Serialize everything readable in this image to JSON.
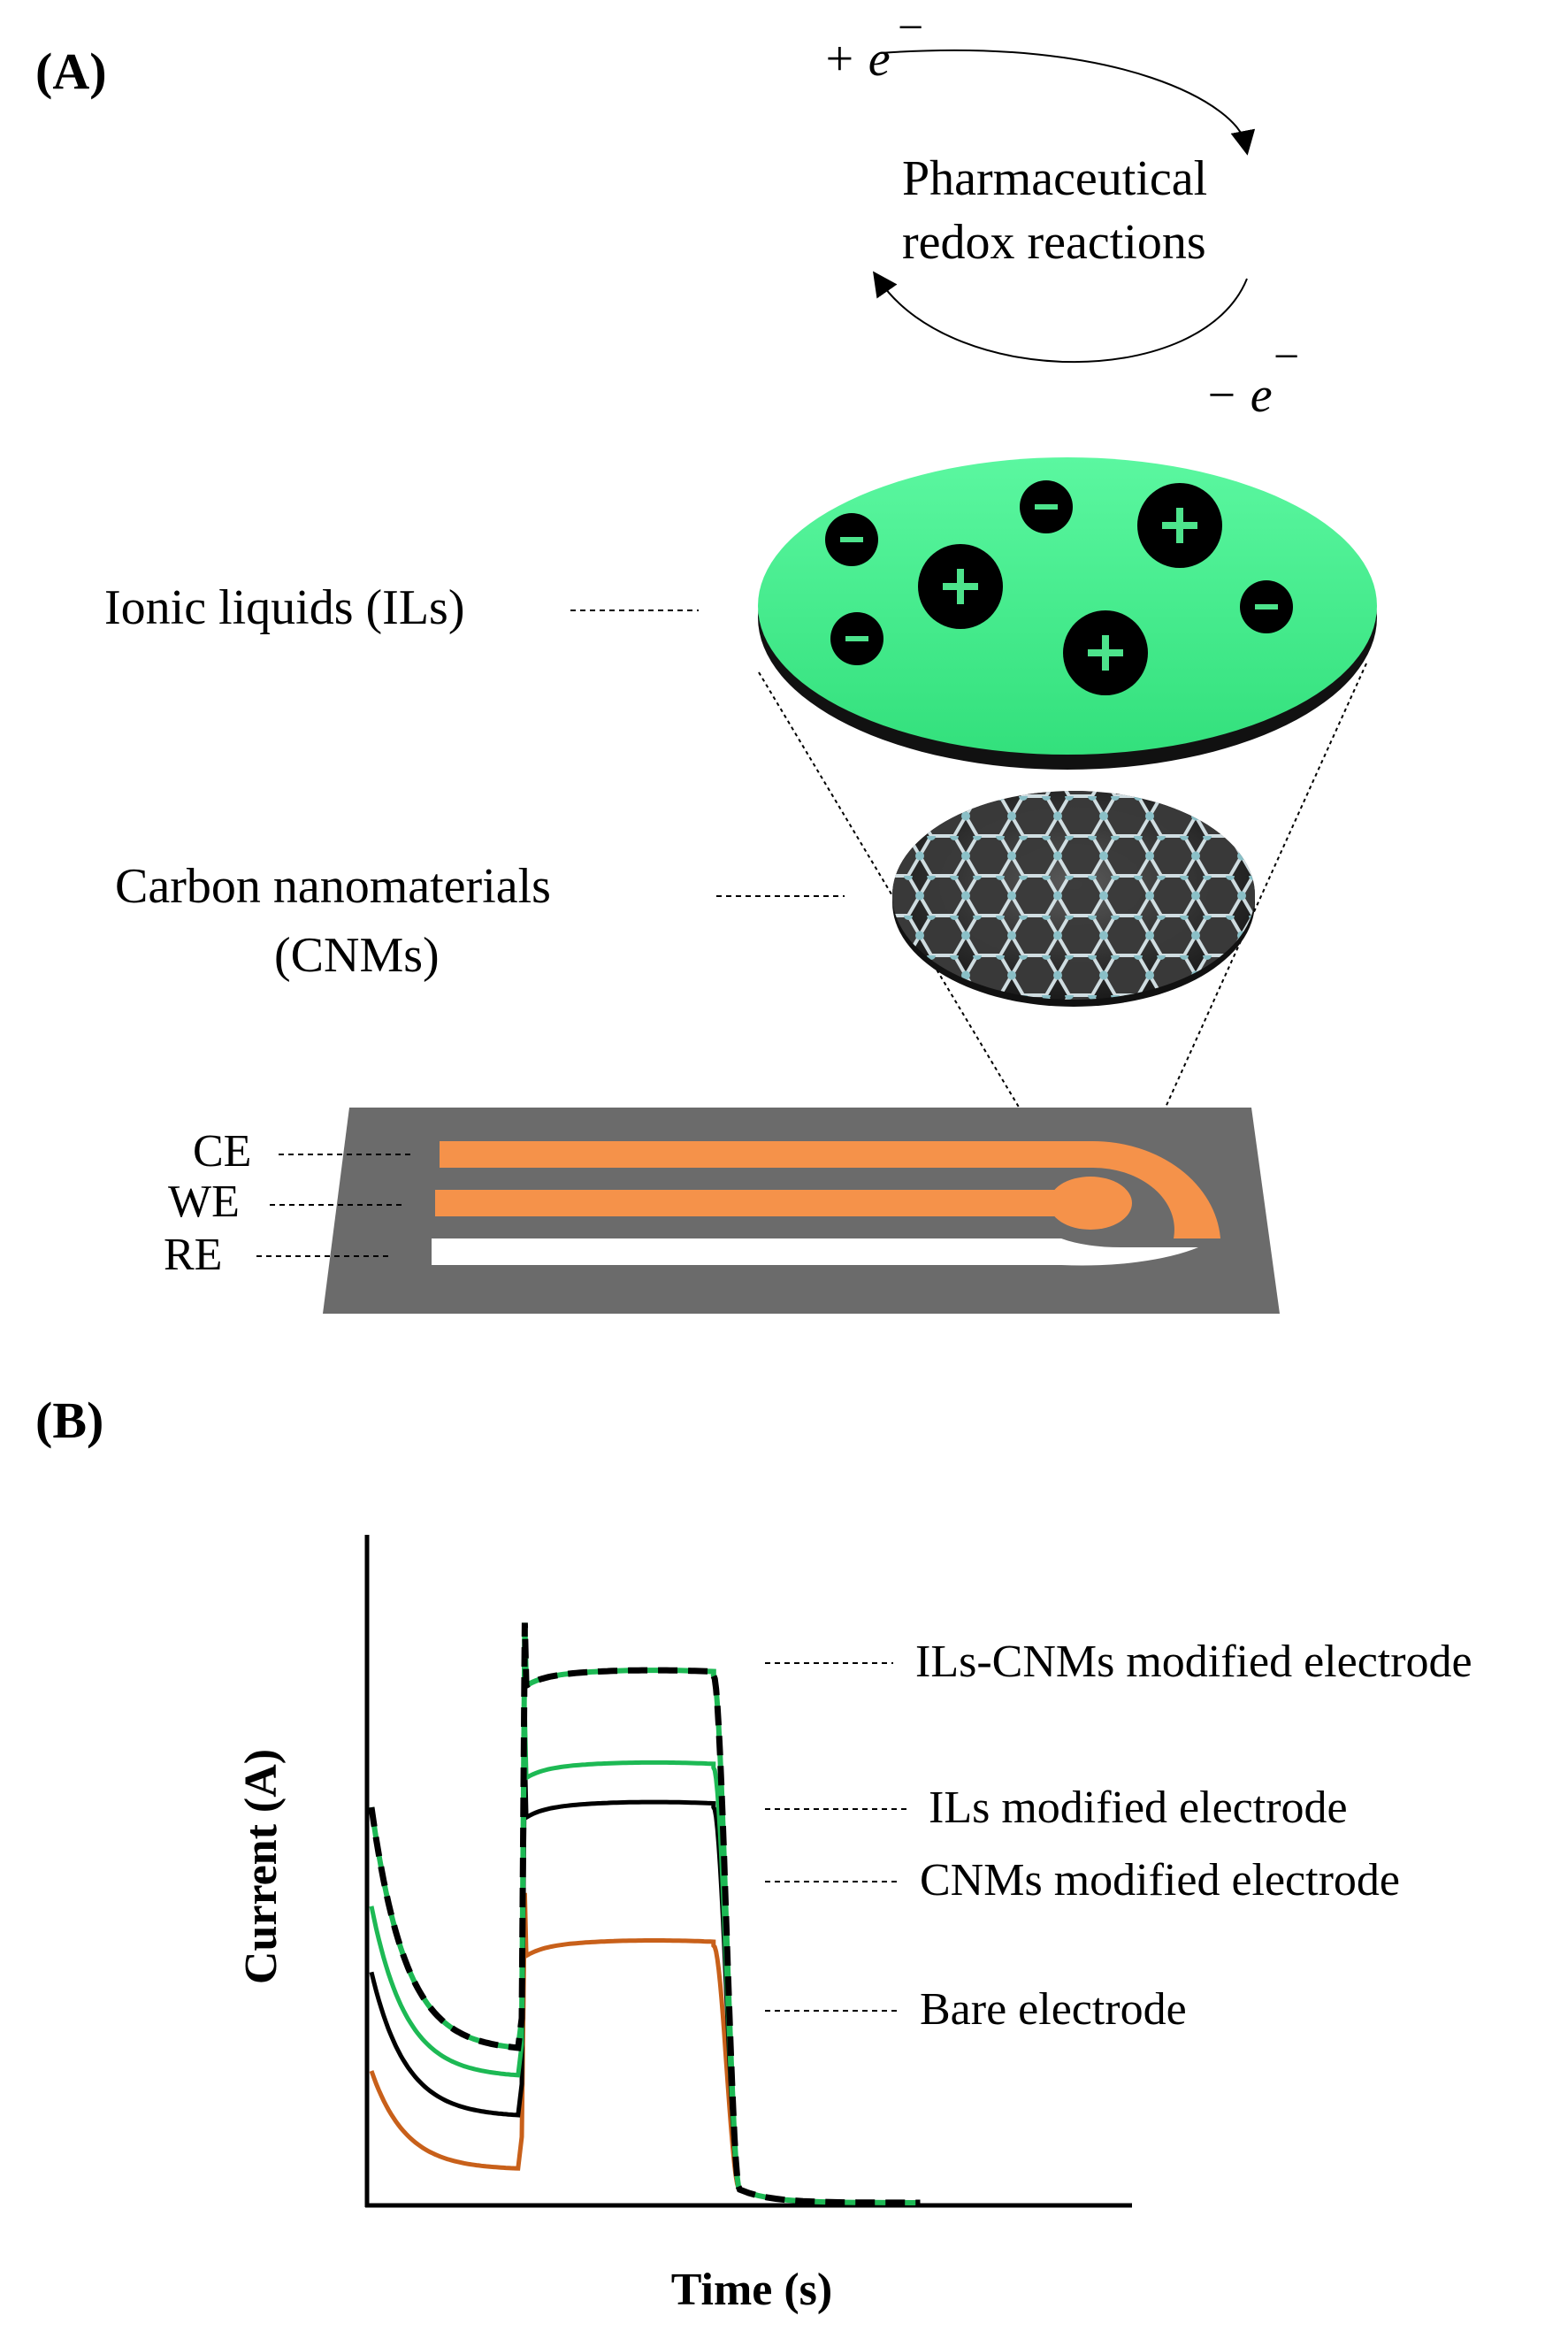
{
  "panel_a": {
    "label": "(A)",
    "redox": {
      "gain": "+ e",
      "gain_sup": "−",
      "loss": "− e",
      "loss_sup": "−",
      "line1": "Pharmaceutical",
      "line2": "redox reactions"
    },
    "ionic_liquids_label": "Ionic liquids (ILs)",
    "cnm_label_line1": "Carbon nanomaterials",
    "cnm_label_line2": "(CNMs)",
    "electrodes": {
      "ce": "CE",
      "we": "WE",
      "re": "RE"
    },
    "colors": {
      "il_green": "#46f08e",
      "electrode_orange": "#f5924a",
      "substrate_gray": "#6b6b6b"
    }
  },
  "panel_b": {
    "label": "(B)",
    "chart_data": {
      "type": "line",
      "xlabel": "Time (s)",
      "ylabel": "Current (A)",
      "series": [
        {
          "name": "ILs-CNMs modified electrode",
          "color": "#000000",
          "style": "dashed",
          "base": 0.23,
          "step": 0.8,
          "start": 0.6
        },
        {
          "name": "ILs modified electrode",
          "color": "#1db954",
          "style": "solid",
          "base": 0.19,
          "step": 0.66,
          "start": 0.45
        },
        {
          "name": "CNMs modified electrode",
          "color": "#000000",
          "style": "solid",
          "base": 0.13,
          "step": 0.6,
          "start": 0.35
        },
        {
          "name": "Bare electrode",
          "color": "#c8601a",
          "style": "solid",
          "base": 0.05,
          "step": 0.39,
          "start": 0.2
        }
      ]
    }
  }
}
